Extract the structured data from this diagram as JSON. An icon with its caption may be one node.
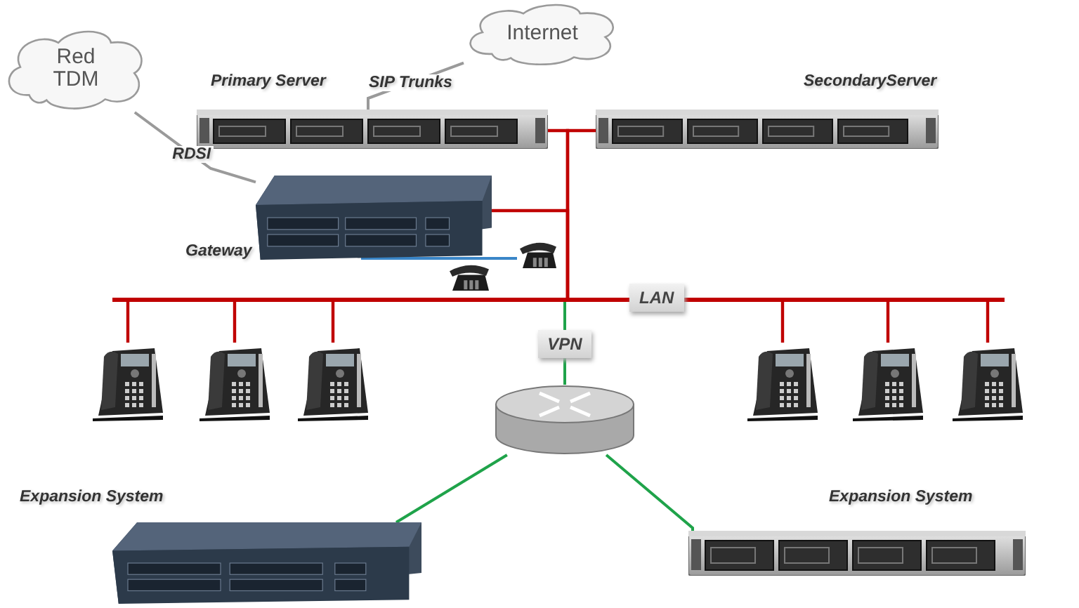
{
  "diagram": {
    "nodes": [
      {
        "text": [
          "Red TDM"
        ]
      },
      {
        "text": [
          "Internet"
        ]
      },
      {
        "text": [
          "Primary Server"
        ]
      },
      {
        "text": [
          "SecondaryServer"
        ]
      },
      {
        "text": [
          "Gateway"
        ]
      },
      {
        "text": [],
        "shape": "picture"
      },
      {
        "text": [],
        "shape": "picture"
      },
      {
        "text": [
          "LAN"
        ]
      },
      {
        "text": [],
        "shape": "picture"
      },
      {
        "text": [],
        "shape": "picture"
      },
      {
        "text": [],
        "shape": "picture"
      },
      {
        "text": [],
        "shape": "picture"
      },
      {
        "text": [],
        "shape": "picture"
      },
      {
        "text": [],
        "shape": "picture"
      },
      {
        "text": [],
        "shape": "picture"
      },
      {
        "text": [
          "Expansion System"
        ]
      },
      {
        "text": [
          "Expansion System"
        ]
      }
    ],
    "edges": [
      {
        "from": 0,
        "to": 4,
        "arrow": "none",
        "label": "RDSI",
        "color": "#9a9a9a"
      },
      {
        "from": 1,
        "to": 2,
        "arrow": "none",
        "label": "SIP Trunks",
        "color": "#9a9a9a"
      },
      {
        "from": 2,
        "to": 7,
        "arrow": "none"
      },
      {
        "from": 3,
        "to": 7,
        "arrow": "none"
      },
      {
        "from": 4,
        "to": 7,
        "arrow": "none"
      },
      {
        "from": 4,
        "to": 5,
        "arrow": "none",
        "color": "#3a86c8"
      },
      {
        "from": 4,
        "to": 6,
        "arrow": "none",
        "color": "#3a86c8"
      },
      {
        "from": 7,
        "to": 8,
        "arrow": "none"
      },
      {
        "from": 7,
        "to": 9,
        "arrow": "none"
      },
      {
        "from": 7,
        "to": 10,
        "arrow": "none"
      },
      {
        "from": 7,
        "to": 11,
        "arrow": "none"
      },
      {
        "from": 7,
        "to": 12,
        "arrow": "none"
      },
      {
        "from": 7,
        "to": 13,
        "arrow": "none"
      },
      {
        "from": 7,
        "to": 14,
        "arrow": "none",
        "label": "VPN",
        "color": "#1fa34a"
      },
      {
        "from": 14,
        "to": 15,
        "arrow": "none",
        "color": "#1fa34a"
      },
      {
        "from": 14,
        "to": 16,
        "arrow": "none",
        "color": "#1fa34a"
      }
    ]
  }
}
